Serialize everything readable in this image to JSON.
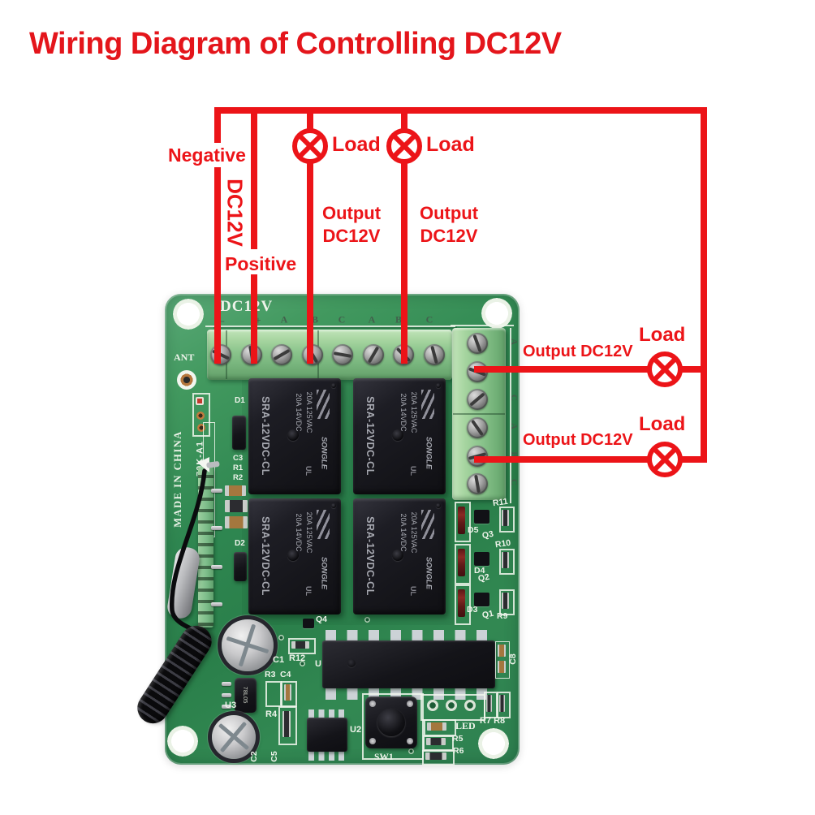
{
  "title": {
    "text": "Wiring Diagram of Controlling DC12V",
    "color": "#e4151b"
  },
  "colors": {
    "wire_red": "#ec1418",
    "board_green": "#2f8751",
    "terminal_green": "#a5d49f"
  },
  "wiring_labels": {
    "negative": "Negative",
    "positive": "Positive",
    "supply": "DC12V",
    "load": "Load",
    "output_line1": "Output",
    "output_line2": "DC12V",
    "output_dc12v": "Output DC12V"
  },
  "pcb": {
    "board_title": "DC12V",
    "ant": "ANT",
    "made_in": "MADE IN CHINA",
    "model_code": "70K-A1",
    "top_terminal_labels": [
      "–",
      "+",
      "A",
      "B",
      "C",
      "A",
      "B",
      "C"
    ],
    "right_terminal_labels": [
      "A",
      "B",
      "C",
      "A",
      "B",
      "C"
    ],
    "relay": {
      "model": "SRA-12VDC-CL",
      "rating1": "20A 14VDC",
      "rating2": "20A 125VAC",
      "brand": "SONGLE",
      "ul": "UL"
    },
    "regulator_text": "78L05",
    "labels": {
      "d1": "D1",
      "d2": "D2",
      "c3": "C3",
      "r1": "R1",
      "r2": "R2",
      "q4": "Q4",
      "r12": "R12",
      "u1": "U",
      "c1": "C1",
      "r3": "R3",
      "c4": "C4",
      "u3": "U3",
      "r4": "R4",
      "c2": "C2",
      "c5": "C5",
      "u2": "U2",
      "sw1": "SW1",
      "led": "LED",
      "r5": "R5",
      "r6": "R6",
      "r7r8": "R7 R8",
      "r11": "R11",
      "d5": "D5",
      "q3": "Q3",
      "r10": "R10",
      "d4": "D4",
      "q2": "Q2",
      "d3": "D3",
      "q1": "Q1",
      "r9": "R9",
      "c8": "C8"
    }
  }
}
